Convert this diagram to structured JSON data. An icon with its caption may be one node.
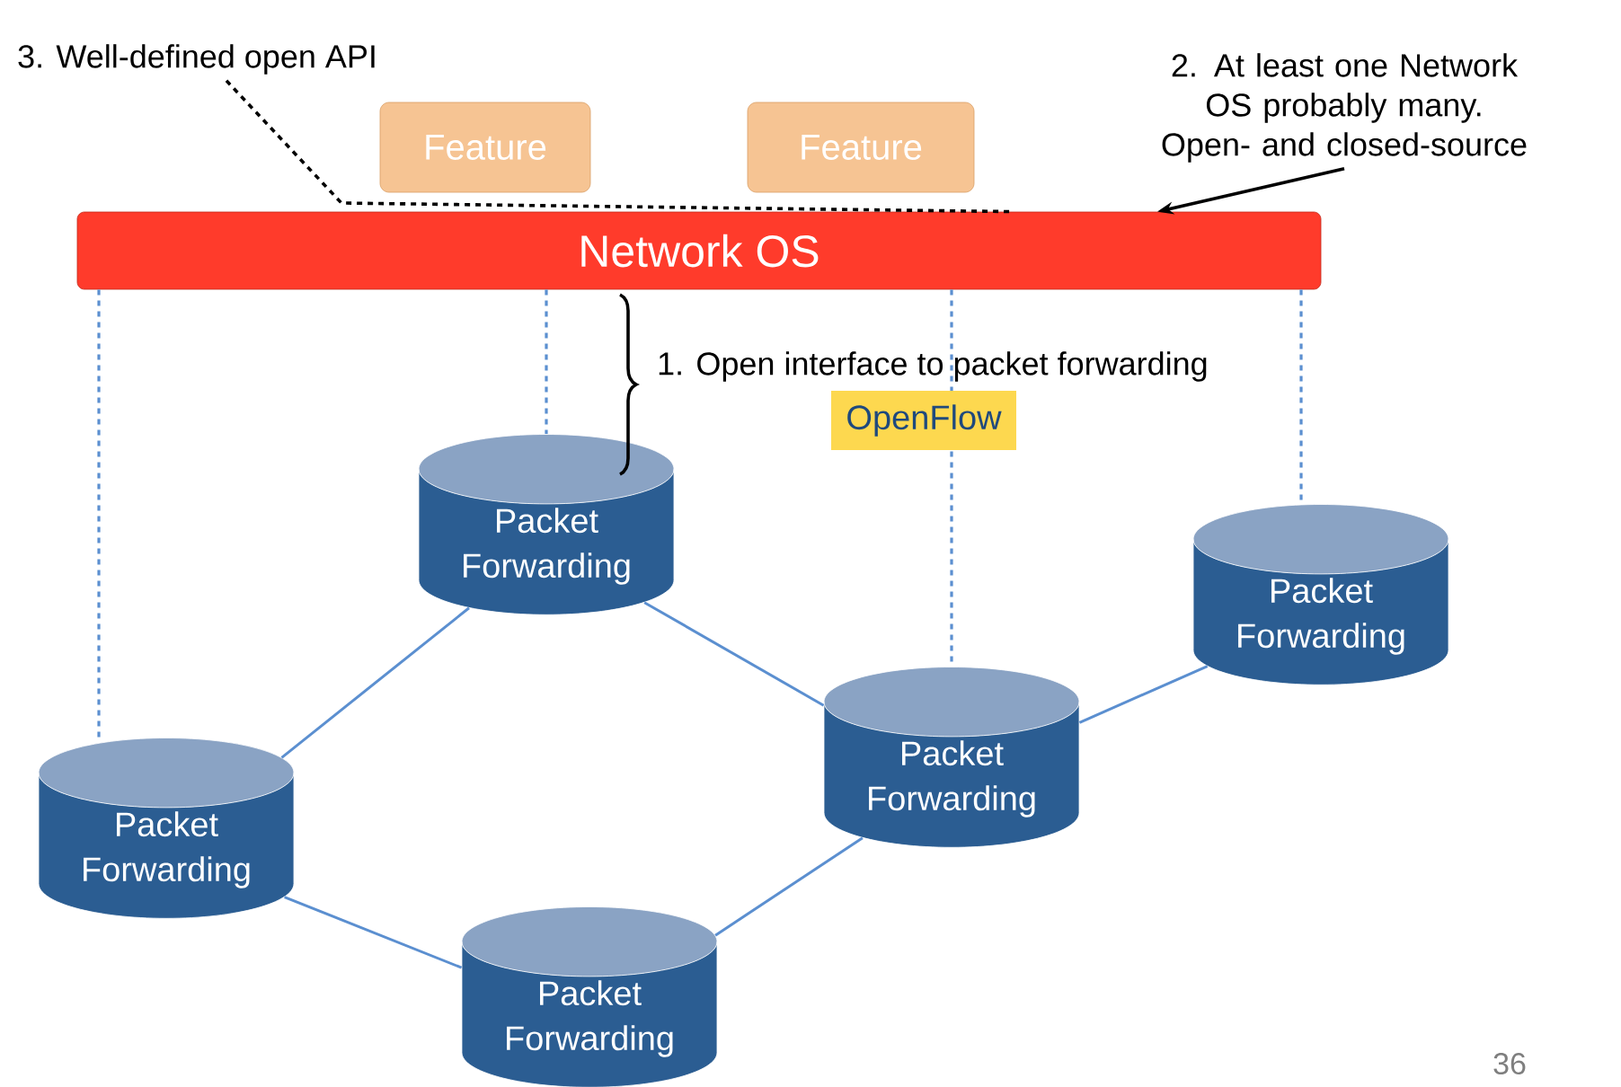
{
  "diagram": {
    "nodes": [
      {
        "text": [
          "3. Well-defined open API"
        ]
      },
      {
        "text": [
          "2. At least one Network OS probably many. Open- and closed-source"
        ]
      },
      {
        "text": [
          "Feature"
        ]
      },
      {
        "text": [
          "Feature"
        ]
      },
      {
        "text": [
          "Network OS"
        ]
      },
      {
        "text": [
          "Packet Forwarding"
        ]
      },
      {
        "text": [
          "Packet Forwarding"
        ]
      },
      {
        "text": [
          "Packet Forwarding"
        ]
      },
      {
        "text": [
          "Packet Forwarding"
        ]
      },
      {
        "text": [
          "Packet Forwarding"
        ]
      }
    ],
    "edges": [
      {
        "from": 0,
        "to": 4,
        "arrow": "none",
        "style": "dashed",
        "color": "#000000"
      },
      {
        "from": 1,
        "to": 4,
        "arrow": "to",
        "color": "#000000"
      },
      {
        "from": 4,
        "to": 8,
        "arrow": "none",
        "style": "dashed"
      },
      {
        "from": 4,
        "to": 5,
        "arrow": "none",
        "style": "dashed"
      },
      {
        "from": 4,
        "to": 7,
        "arrow": "none",
        "style": "dashed",
        "label": "OpenFlow"
      },
      {
        "from": 4,
        "to": 6,
        "arrow": "none",
        "style": "dashed"
      },
      {
        "from": 5,
        "to": 7,
        "arrow": "none"
      },
      {
        "from": 5,
        "to": 8,
        "arrow": "none"
      },
      {
        "from": 6,
        "to": 7,
        "arrow": "none"
      },
      {
        "from": 7,
        "to": 9,
        "arrow": "none"
      },
      {
        "from": 8,
        "to": 9,
        "arrow": "none"
      }
    ],
    "labels": [
      "1. Open interface to packet forwarding",
      "36"
    ]
  }
}
